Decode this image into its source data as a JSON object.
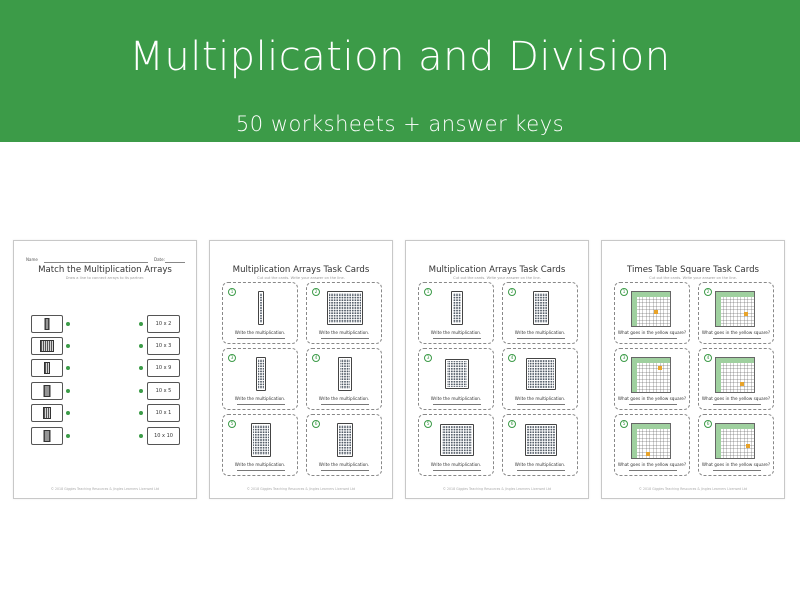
{
  "banner": {
    "title": "Multiplication and Division",
    "subtitle": "50 worksheets + answer keys"
  },
  "colors": {
    "green": "#3c9b48",
    "gold": "#e8a32a"
  },
  "sheet1": {
    "name_label": "Name",
    "date_label": "Date:",
    "title": "Match the Multiplication Arrays",
    "instructions": "Draw a line to connect arrays to its partner.",
    "right_items": [
      "10 x 2",
      "10 x 3",
      "10 x 9",
      "10 x 5",
      "10 x 1",
      "10 x 10"
    ],
    "footer": "© 2018 Giggles Teaching Resources & Jingles Learners Licensed Ltd"
  },
  "sheet2": {
    "title": "Multiplication Arrays Task Cards",
    "instructions": "Cut out the cards. Write your answer on the line.",
    "cards": [
      {
        "num": "1",
        "prompt": "Write the multiplication."
      },
      {
        "num": "2",
        "prompt": "Write the multiplication."
      },
      {
        "num": "3",
        "prompt": "Write the multiplication."
      },
      {
        "num": "4",
        "prompt": "Write the multiplication."
      },
      {
        "num": "5",
        "prompt": "Write the multiplication."
      },
      {
        "num": "6",
        "prompt": "Write the multiplication."
      }
    ],
    "footer": "© 2018 Giggles Teaching Resources & Jingles Learners Licensed Ltd"
  },
  "sheet3": {
    "title": "Multiplication Arrays Task Cards",
    "instructions": "Cut out the cards. Write your answer on the line.",
    "cards": [
      {
        "num": "1",
        "prompt": "Write the multiplication."
      },
      {
        "num": "2",
        "prompt": "Write the multiplication."
      },
      {
        "num": "3",
        "prompt": "Write the multiplication."
      },
      {
        "num": "4",
        "prompt": "Write the multiplication."
      },
      {
        "num": "5",
        "prompt": "Write the multiplication."
      },
      {
        "num": "6",
        "prompt": "Write the multiplication."
      }
    ],
    "footer": "© 2018 Giggles Teaching Resources & Jingles Learners Licensed Ltd"
  },
  "sheet4": {
    "title": "Times Table Square Task Cards",
    "instructions": "Cut out the cards. Write your answer on the line.",
    "cards": [
      {
        "num": "1",
        "prompt": "What goes in the yellow square?"
      },
      {
        "num": "2",
        "prompt": "What goes in the yellow square?"
      },
      {
        "num": "3",
        "prompt": "What goes in the yellow square?"
      },
      {
        "num": "4",
        "prompt": "What goes in the yellow square?"
      },
      {
        "num": "5",
        "prompt": "What goes in the yellow square?"
      },
      {
        "num": "6",
        "prompt": "What goes in the yellow square?"
      }
    ],
    "footer": "© 2018 Giggles Teaching Resources & Jingles Learners Licensed Ltd"
  }
}
